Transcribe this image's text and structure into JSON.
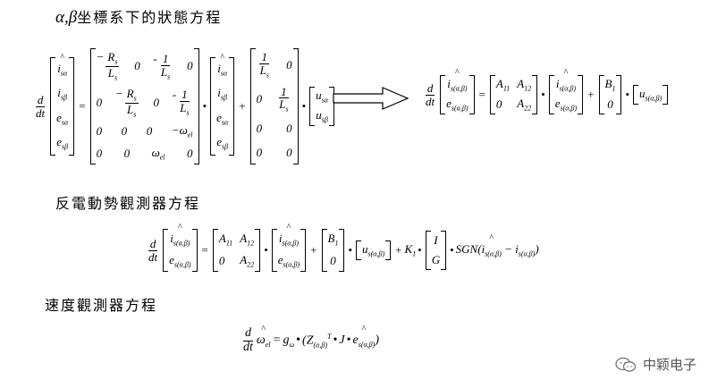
{
  "section1": {
    "greek": "α,β",
    "title": "坐標系下的狀態方程"
  },
  "section2": {
    "title": "反電動勢觀測器方程"
  },
  "section3": {
    "title": "速度觀測器方程"
  },
  "watermark": {
    "text": "中颖电子"
  }
}
